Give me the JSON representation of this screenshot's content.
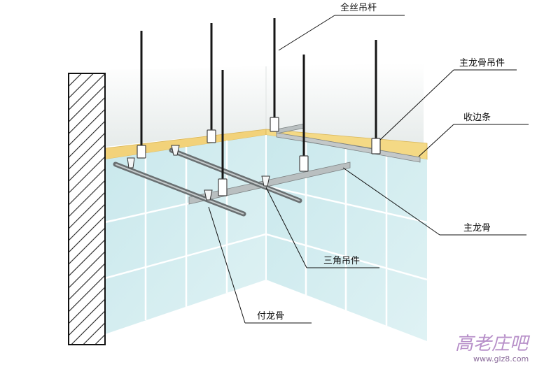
{
  "labels": {
    "rod": "全丝吊杆",
    "main_hanger": "主龙骨吊件",
    "edge_strip": "收边条",
    "main_keel": "主龙骨",
    "triangle_hanger": "三角吊件",
    "sub_keel": "付龙骨"
  },
  "watermark": {
    "logo": "高老庄吧",
    "url": "www.glz8.com"
  },
  "colors": {
    "wall_tile": "#d4ecef",
    "grout": "#ffffff",
    "ceiling": "#eef2f1",
    "edge_trim": "#f2d27a",
    "rod": "#151515",
    "keel": "#8f9496"
  }
}
